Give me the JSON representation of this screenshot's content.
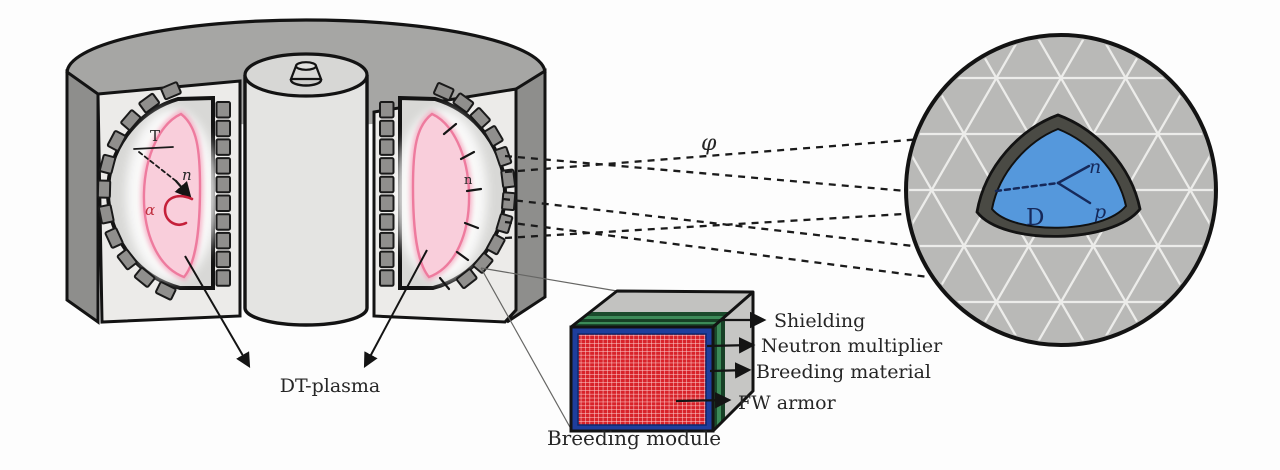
{
  "diagram": {
    "tokamak": {
      "dt_plasma_label": "DT-plasma",
      "left_bore": {
        "tritium": "T",
        "neutron": "n",
        "alpha": "α"
      },
      "right_bore": {
        "neutron": "n"
      }
    },
    "neutron_flux_symbol": "φ",
    "breeding_module": {
      "caption": "Breeding module",
      "layers": [
        {
          "label": "Shielding"
        },
        {
          "label": "Neutron multiplier"
        },
        {
          "label": "Breeding material"
        },
        {
          "label": "FW armor"
        }
      ]
    },
    "breeder_cell": {
      "nuclide": "D",
      "neutron": "n",
      "proton": "p"
    },
    "colors": {
      "plasma_pink": "#f9cedb",
      "plasma_rim": "#ee7b9e",
      "fw_armor_red": "#d8232a",
      "frame_blue": "#1e3e9c",
      "breeder_green_dark": "#1b4a2c",
      "breeder_green": "#3c8a58",
      "cell_blue": "#5598dc",
      "structure_gray": "#a6a6a4",
      "alpha_red": "#c03040",
      "ink": "#1c1c1c"
    }
  }
}
